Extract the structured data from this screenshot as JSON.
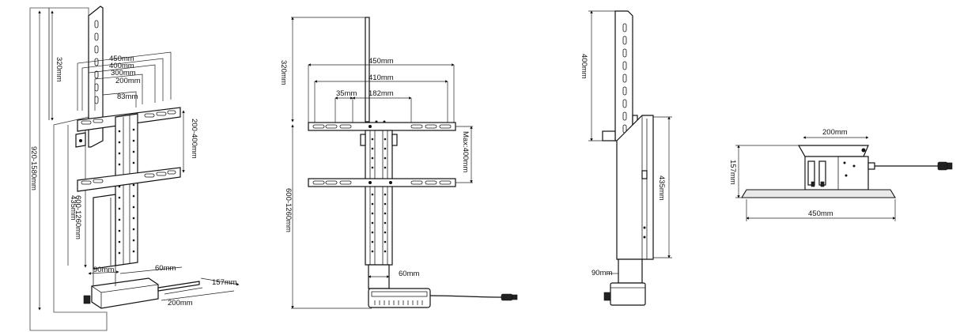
{
  "views": {
    "perspective": {
      "labels": {
        "w450": "450mm",
        "w400": "400mm",
        "w300": "300mm",
        "w200": "200mm",
        "w83": "83mm",
        "h320": "320mm",
        "h200_400": "200-400mm",
        "h920_1580": "920-1580mm",
        "h600_1260": "600-1260mm",
        "h435": "435mm",
        "w90": "90mm",
        "w60": "60mm",
        "d157": "157mm",
        "w200b": "200mm"
      }
    },
    "front": {
      "labels": {
        "h320": "320mm",
        "w450": "450mm",
        "w410": "410mm",
        "w35": "35mm",
        "w182": "182mm",
        "max400": "Max:400mm",
        "h600_1260": "600-1260mm",
        "w60": "60mm"
      }
    },
    "side": {
      "labels": {
        "h400": "400mm",
        "h435": "435mm",
        "w90": "90mm"
      }
    },
    "top": {
      "labels": {
        "w200": "200mm",
        "d157": "157mm",
        "w450": "450mm"
      }
    }
  }
}
